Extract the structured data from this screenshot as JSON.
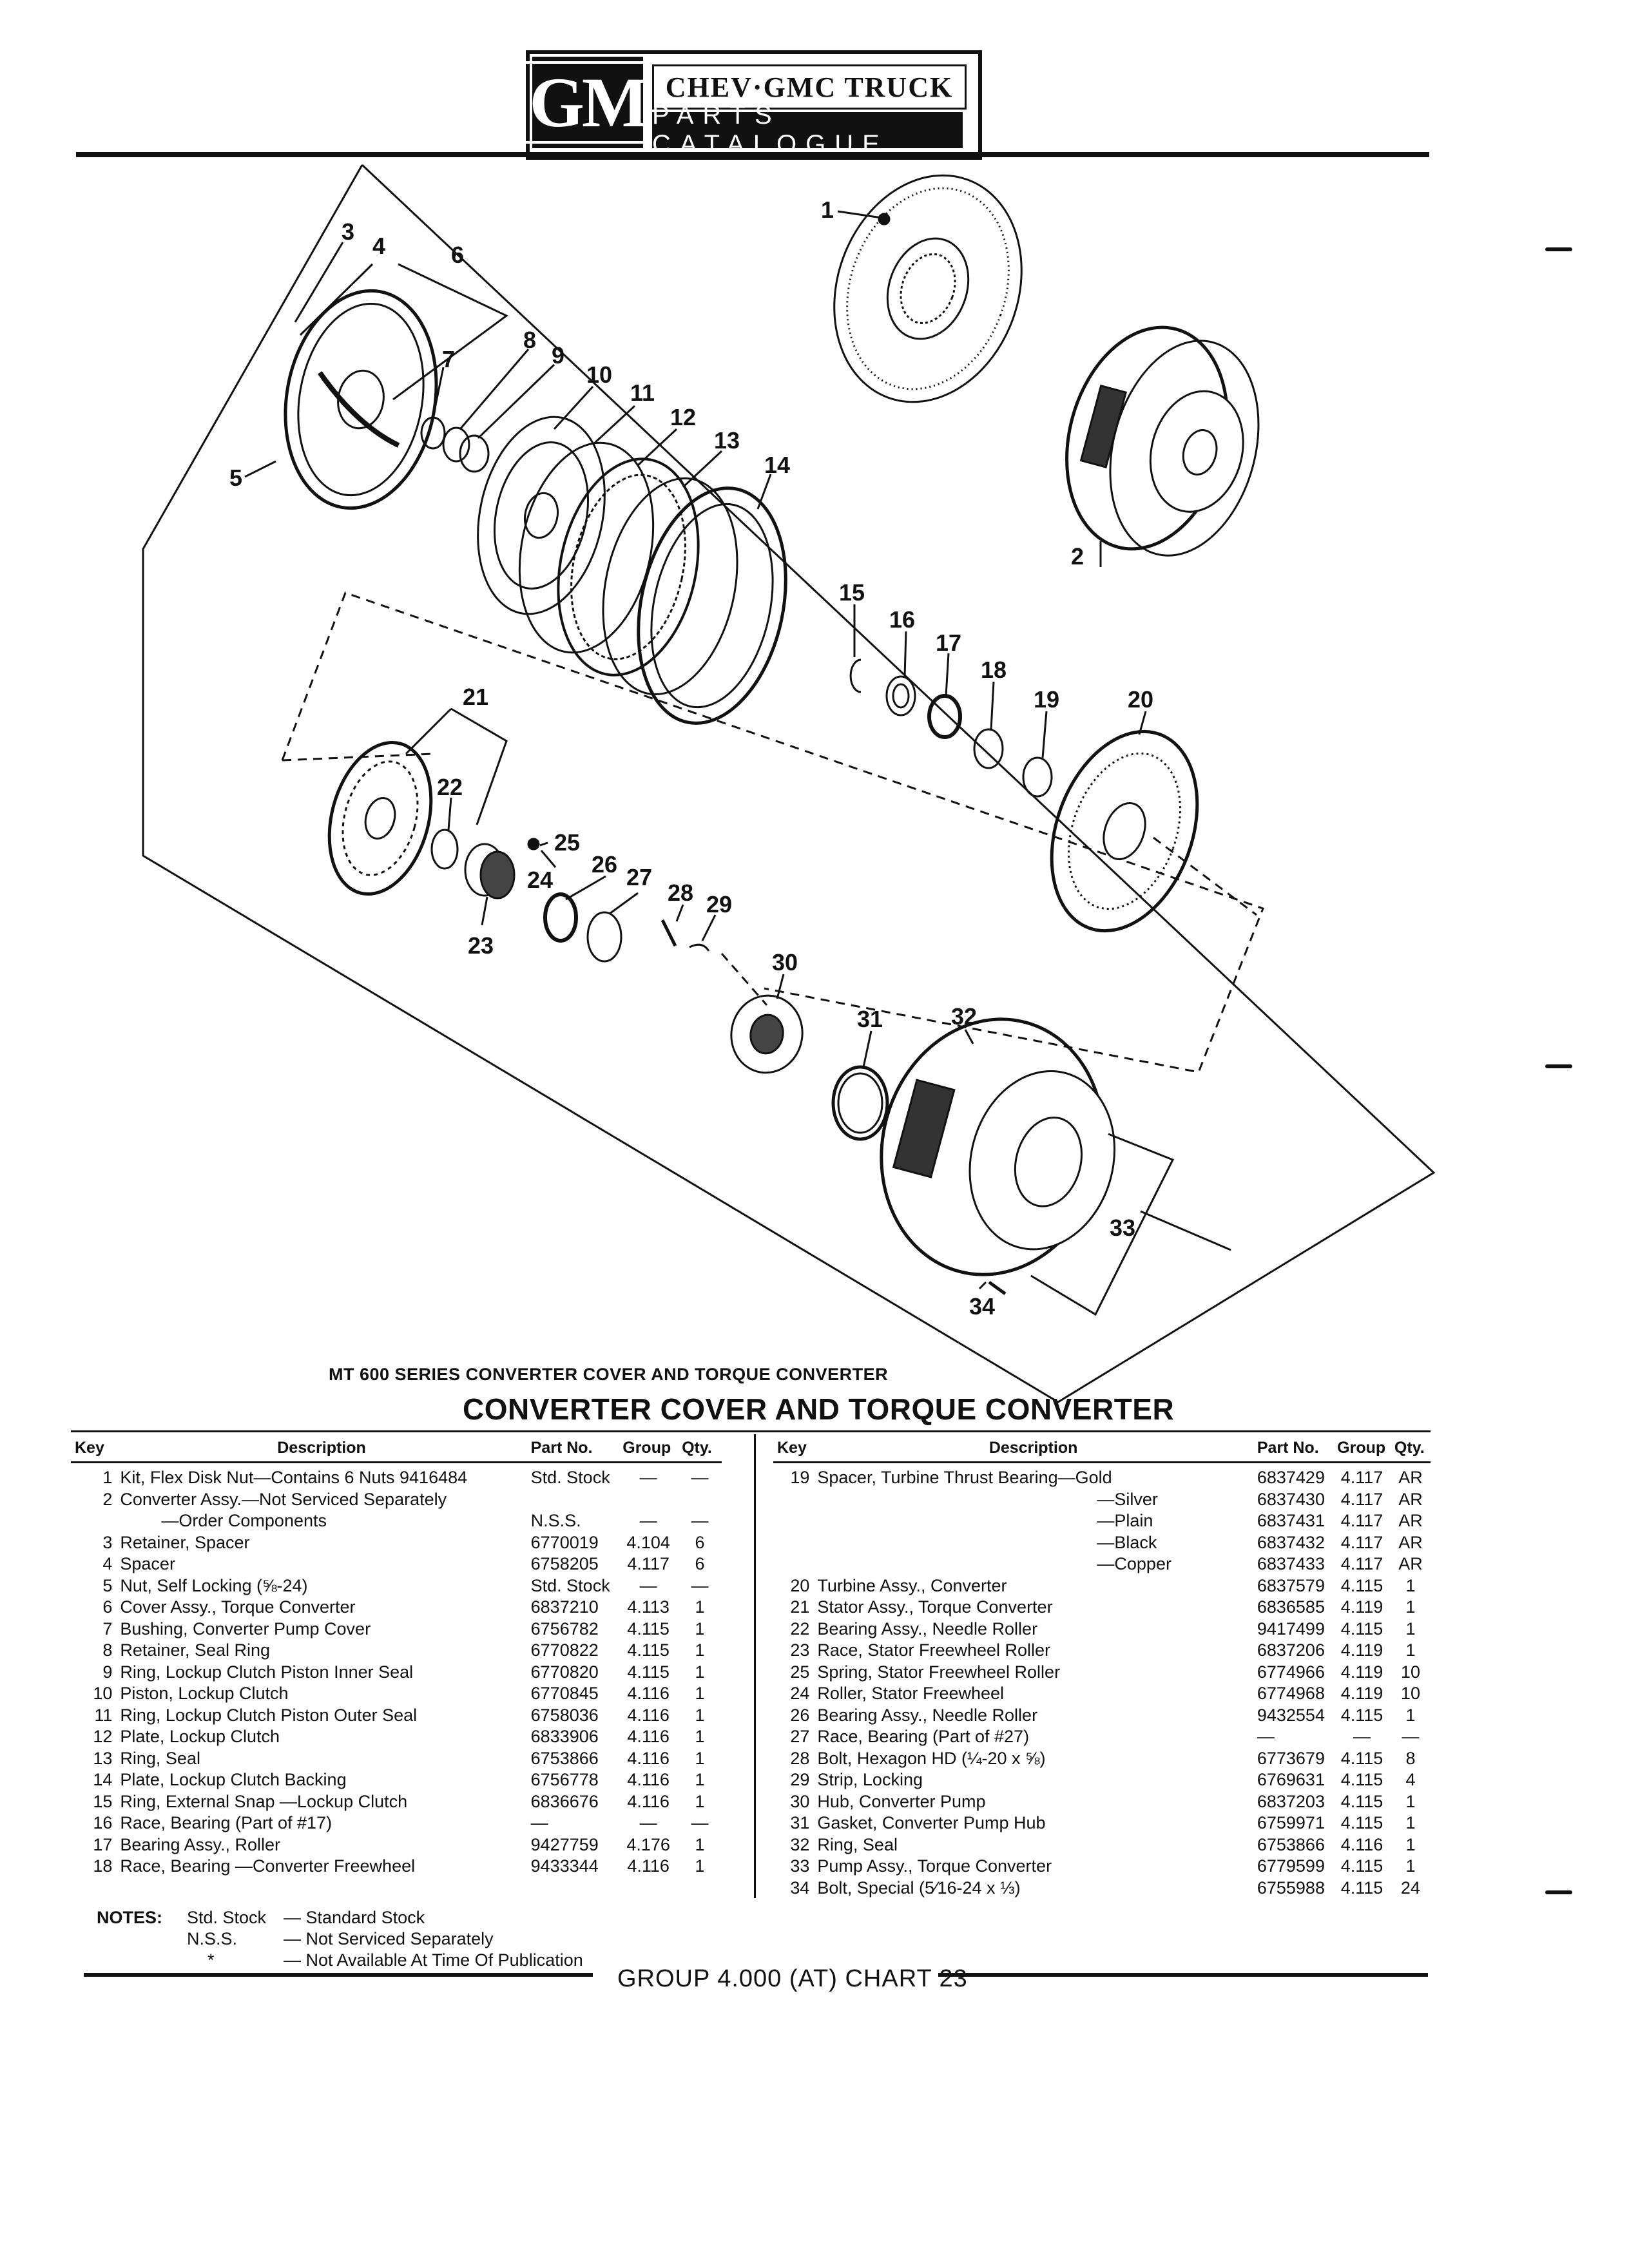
{
  "header": {
    "logo": "GM",
    "line1": "CHEV·GMC TRUCK",
    "line2": "PARTS CATALOGUE"
  },
  "figure": {
    "caption": "MT 600 SERIES CONVERTER COVER AND TORQUE CONVERTER",
    "callouts": [
      "1",
      "2",
      "3",
      "4",
      "5",
      "6",
      "7",
      "8",
      "9",
      "10",
      "11",
      "12",
      "13",
      "14",
      "15",
      "16",
      "17",
      "18",
      "19",
      "20",
      "21",
      "22",
      "23",
      "24",
      "25",
      "26",
      "27",
      "28",
      "29",
      "30",
      "31",
      "32",
      "33",
      "34"
    ]
  },
  "title": "CONVERTER COVER AND TORQUE CONVERTER",
  "table": {
    "headers": {
      "key": "Key",
      "description": "Description",
      "part_no": "Part No.",
      "group": "Group",
      "qty": "Qty."
    },
    "left_rows": [
      {
        "key": "1",
        "desc": "Kit, Flex Disk Nut—Contains 6 Nuts 9416484",
        "part": "Std. Stock",
        "group": "—",
        "qty": "—"
      },
      {
        "key": "2",
        "desc": "Converter Assy.—Not Serviced Separately",
        "part": "",
        "group": "",
        "qty": ""
      },
      {
        "key": "",
        "desc": "—Order Components",
        "part": "N.S.S.",
        "group": "—",
        "qty": "—"
      },
      {
        "key": "3",
        "desc": "Retainer, Spacer",
        "part": "6770019",
        "group": "4.104",
        "qty": "6"
      },
      {
        "key": "4",
        "desc": "Spacer",
        "part": "6758205",
        "group": "4.117",
        "qty": "6"
      },
      {
        "key": "5",
        "desc": "Nut, Self Locking (⅝-24)",
        "part": "Std. Stock",
        "group": "—",
        "qty": "—"
      },
      {
        "key": "6",
        "desc": "Cover Assy., Torque Converter",
        "part": "6837210",
        "group": "4.113",
        "qty": "1"
      },
      {
        "key": "7",
        "desc": "Bushing, Converter Pump Cover",
        "part": "6756782",
        "group": "4.115",
        "qty": "1"
      },
      {
        "key": "8",
        "desc": "Retainer, Seal Ring",
        "part": "6770822",
        "group": "4.115",
        "qty": "1"
      },
      {
        "key": "9",
        "desc": "Ring, Lockup Clutch Piston Inner Seal",
        "part": "6770820",
        "group": "4.115",
        "qty": "1"
      },
      {
        "key": "10",
        "desc": "Piston, Lockup Clutch",
        "part": "6770845",
        "group": "4.116",
        "qty": "1"
      },
      {
        "key": "11",
        "desc": "Ring, Lockup Clutch Piston Outer Seal",
        "part": "6758036",
        "group": "4.116",
        "qty": "1"
      },
      {
        "key": "12",
        "desc": "Plate, Lockup Clutch",
        "part": "6833906",
        "group": "4.116",
        "qty": "1"
      },
      {
        "key": "13",
        "desc": "Ring, Seal",
        "part": "6753866",
        "group": "4.116",
        "qty": "1"
      },
      {
        "key": "14",
        "desc": "Plate, Lockup Clutch Backing",
        "part": "6756778",
        "group": "4.116",
        "qty": "1"
      },
      {
        "key": "15",
        "desc": "Ring, External Snap —Lockup Clutch",
        "part": "6836676",
        "group": "4.116",
        "qty": "1"
      },
      {
        "key": "16",
        "desc": "Race, Bearing (Part of #17)",
        "part": "—",
        "group": "—",
        "qty": "—"
      },
      {
        "key": "17",
        "desc": "Bearing Assy., Roller",
        "part": "9427759",
        "group": "4.176",
        "qty": "1"
      },
      {
        "key": "18",
        "desc": "Race, Bearing —Converter Freewheel",
        "part": "9433344",
        "group": "4.116",
        "qty": "1"
      }
    ],
    "right_rows": [
      {
        "key": "19",
        "desc": "Spacer, Turbine Thrust Bearing—Gold",
        "part": "6837429",
        "group": "4.117",
        "qty": "AR"
      },
      {
        "key": "",
        "desc": "—Silver",
        "part": "6837430",
        "group": "4.117",
        "qty": "AR"
      },
      {
        "key": "",
        "desc": "—Plain",
        "part": "6837431",
        "group": "4.117",
        "qty": "AR"
      },
      {
        "key": "",
        "desc": "—Black",
        "part": "6837432",
        "group": "4.117",
        "qty": "AR"
      },
      {
        "key": "",
        "desc": "—Copper",
        "part": "6837433",
        "group": "4.117",
        "qty": "AR"
      },
      {
        "key": "20",
        "desc": "Turbine Assy., Converter",
        "part": "6837579",
        "group": "4.115",
        "qty": "1"
      },
      {
        "key": "21",
        "desc": "Stator Assy., Torque Converter",
        "part": "6836585",
        "group": "4.119",
        "qty": "1"
      },
      {
        "key": "22",
        "desc": "Bearing Assy., Needle Roller",
        "part": "9417499",
        "group": "4.115",
        "qty": "1"
      },
      {
        "key": "23",
        "desc": "Race, Stator Freewheel Roller",
        "part": "6837206",
        "group": "4.119",
        "qty": "1"
      },
      {
        "key": "25",
        "desc": "Spring, Stator Freewheel Roller",
        "part": "6774966",
        "group": "4.119",
        "qty": "10"
      },
      {
        "key": "24",
        "desc": "Roller, Stator Freewheel",
        "part": "6774968",
        "group": "4.119",
        "qty": "10"
      },
      {
        "key": "26",
        "desc": "Bearing Assy., Needle Roller",
        "part": "9432554",
        "group": "4.115",
        "qty": "1"
      },
      {
        "key": "27",
        "desc": "Race, Bearing (Part of #27)",
        "part": "—",
        "group": "—",
        "qty": "—"
      },
      {
        "key": "28",
        "desc": "Bolt, Hexagon HD (¼-20 x ⅝)",
        "part": "6773679",
        "group": "4.115",
        "qty": "8"
      },
      {
        "key": "29",
        "desc": "Strip, Locking",
        "part": "6769631",
        "group": "4.115",
        "qty": "4"
      },
      {
        "key": "30",
        "desc": "Hub, Converter Pump",
        "part": "6837203",
        "group": "4.115",
        "qty": "1"
      },
      {
        "key": "31",
        "desc": "Gasket, Converter Pump Hub",
        "part": "6759971",
        "group": "4.115",
        "qty": "1"
      },
      {
        "key": "32",
        "desc": "Ring, Seal",
        "part": "6753866",
        "group": "4.116",
        "qty": "1"
      },
      {
        "key": "33",
        "desc": "Pump Assy., Torque Converter",
        "part": "6779599",
        "group": "4.115",
        "qty": "1"
      },
      {
        "key": "34",
        "desc": "Bolt, Special (5⁄16-24 x ⅓)",
        "part": "6755988",
        "group": "4.115",
        "qty": "24"
      }
    ]
  },
  "notes": {
    "label": "NOTES:",
    "lines": [
      {
        "term": "Std. Stock",
        "def": "— Standard Stock"
      },
      {
        "term": "N.S.S.",
        "def": "— Not Serviced Separately"
      },
      {
        "term": "*",
        "def": "— Not Available At Time Of Publication"
      }
    ]
  },
  "footer": "GROUP 4.000 (AT) CHART 23"
}
